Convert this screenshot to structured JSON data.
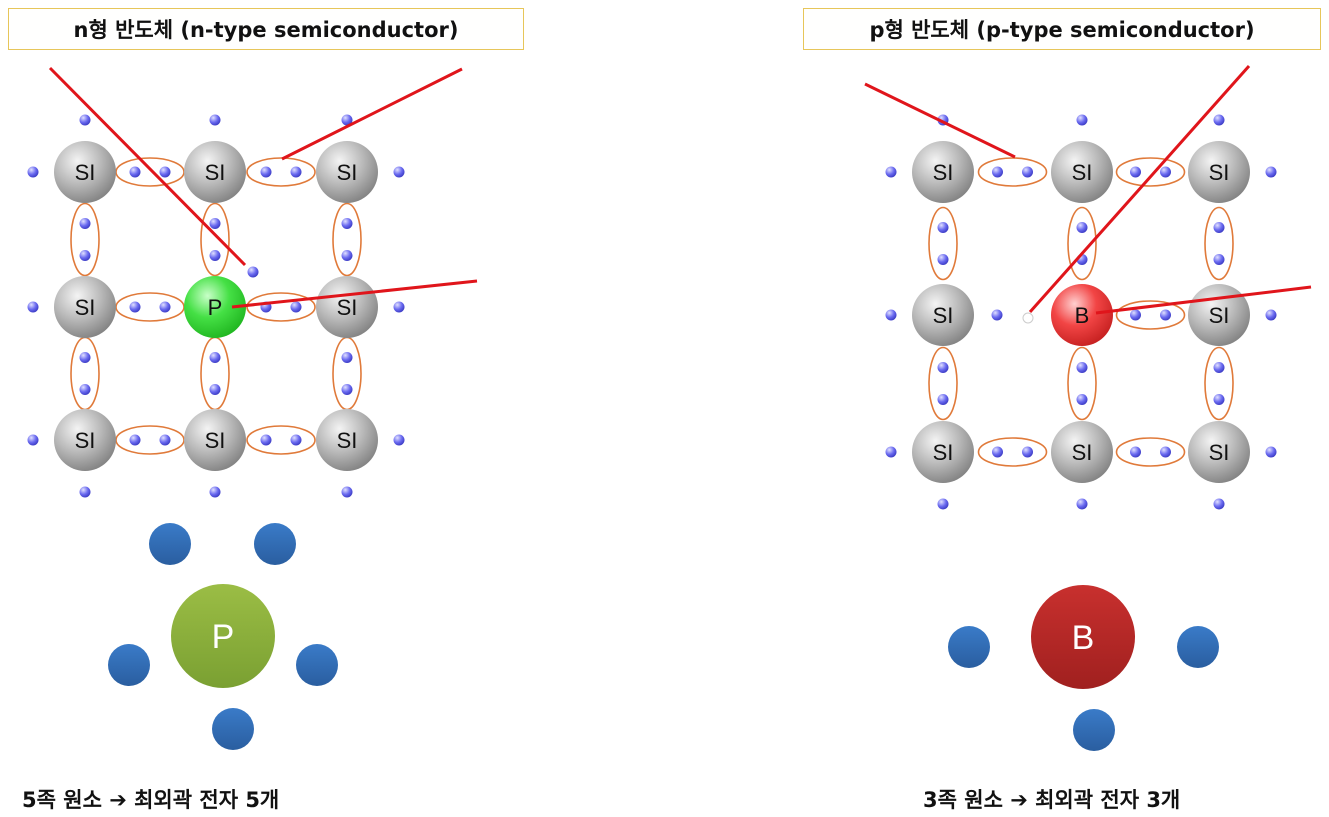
{
  "n_panel": {
    "title": "n형 반도체 (n-type semiconductor)",
    "lattice_label": "SI",
    "dopant_label": "P",
    "model_label": "P",
    "caption": "5족 원소 ➔ 최외곽 전자 5개",
    "dopant_color": "#3fd93f",
    "model_color": "#8fb33a",
    "valence_electrons": 5
  },
  "p_panel": {
    "title": "p형 반도체 (p-type semiconductor)",
    "lattice_label": "SI",
    "dopant_label": "B",
    "model_label": "B",
    "caption": "3족 원소 ➔ 최외곽 전자 3개",
    "dopant_color": "#f03a3a",
    "model_color": "#c0302e",
    "valence_electrons": 3
  },
  "colors": {
    "silicon": "#a9a9a9",
    "electron": "#6f6ff0",
    "bond_outline": "#e07a3a",
    "pointer_line": "#e0151b",
    "model_electron": "#2f6db5"
  }
}
